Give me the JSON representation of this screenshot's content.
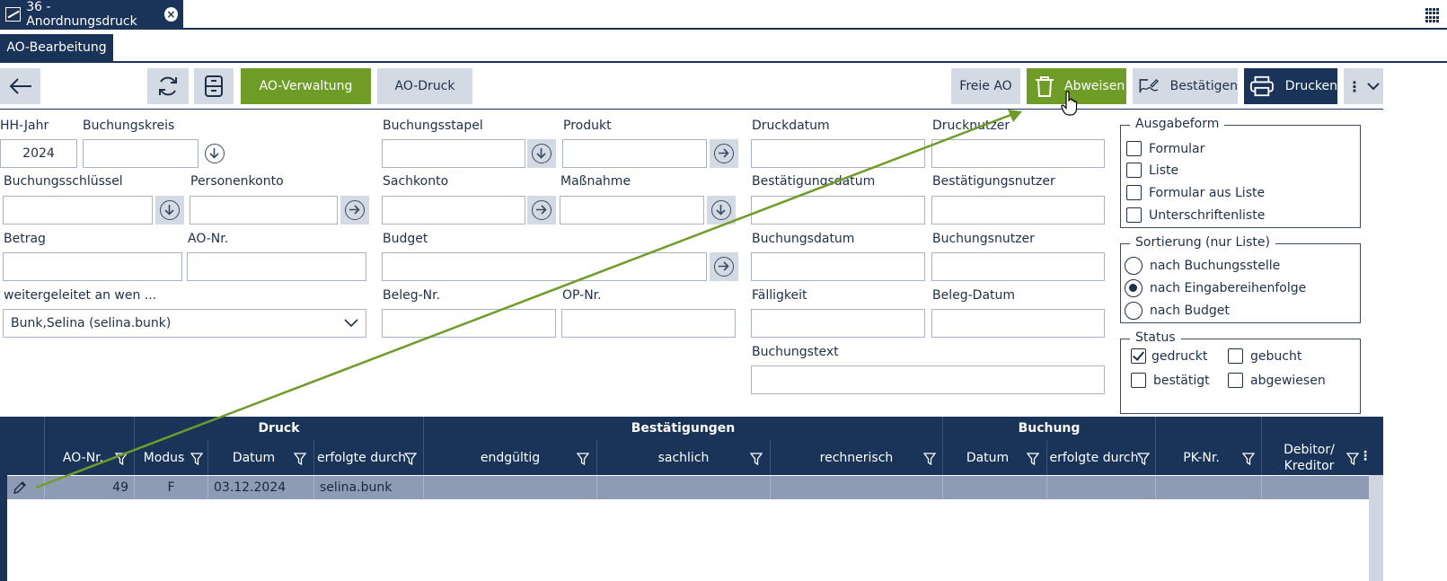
{
  "window": {
    "tab_title": "36 - Anordnungsdruck"
  },
  "section_tab": "AO-Bearbeitung",
  "toolbar": {
    "ao_verwaltung": "AO-Verwaltung",
    "ao_druck": "AO-Druck",
    "freie_ao": "Freie AO",
    "abweisen": "Abweisen",
    "bestaetigen": "Bestätigen",
    "drucken": "Drucken"
  },
  "form": {
    "hh_jahr": {
      "label": "HH-Jahr",
      "value": "2024"
    },
    "buchungskreis": {
      "label": "Buchungskreis",
      "value": ""
    },
    "buchungsstapel": {
      "label": "Buchungsstapel",
      "value": ""
    },
    "produkt": {
      "label": "Produkt",
      "value": ""
    },
    "druckdatum": {
      "label": "Druckdatum",
      "value": ""
    },
    "drucknutzer": {
      "label": "Drucknutzer",
      "value": ""
    },
    "buchungsschluessel": {
      "label": "Buchungsschlüssel",
      "value": ""
    },
    "personenkonto": {
      "label": "Personenkonto",
      "value": ""
    },
    "sachkonto": {
      "label": "Sachkonto",
      "value": ""
    },
    "massnahme": {
      "label": "Maßnahme",
      "value": ""
    },
    "bestaetigungsdatum": {
      "label": "Bestätigungsdatum",
      "value": ""
    },
    "bestaetigungsnutzer": {
      "label": "Bestätigungsnutzer",
      "value": ""
    },
    "betrag": {
      "label": "Betrag",
      "value": ""
    },
    "ao_nr": {
      "label": "AO-Nr.",
      "value": ""
    },
    "budget": {
      "label": "Budget",
      "value": ""
    },
    "buchungsdatum": {
      "label": "Buchungsdatum",
      "value": ""
    },
    "buchungsnutzer": {
      "label": "Buchungsnutzer",
      "value": ""
    },
    "weitergeleitet": {
      "label": "weitergeleitet an wen ...",
      "value": "Bunk,Selina (selina.bunk)"
    },
    "beleg_nr": {
      "label": "Beleg-Nr.",
      "value": ""
    },
    "op_nr": {
      "label": "OP-Nr.",
      "value": ""
    },
    "faelligkeit": {
      "label": "Fälligkeit",
      "value": ""
    },
    "beleg_datum": {
      "label": "Beleg-Datum",
      "value": ""
    },
    "buchungstext": {
      "label": "Buchungstext",
      "value": ""
    }
  },
  "ausgabeform": {
    "legend": "Ausgabeform",
    "options": [
      {
        "label": "Formular",
        "checked": false
      },
      {
        "label": "Liste",
        "checked": false
      },
      {
        "label": "Formular aus Liste",
        "checked": false
      },
      {
        "label": "Unterschriftenliste",
        "checked": false
      }
    ]
  },
  "sortierung": {
    "legend": "Sortierung (nur Liste)",
    "options": [
      {
        "label": "nach Buchungsstelle",
        "selected": false
      },
      {
        "label": "nach Eingabereihenfolge",
        "selected": true
      },
      {
        "label": "nach Budget",
        "selected": false
      }
    ]
  },
  "status": {
    "legend": "Status",
    "options": [
      {
        "label": "gedruckt",
        "checked": true
      },
      {
        "label": "gebucht",
        "checked": false
      },
      {
        "label": "bestätigt",
        "checked": false
      },
      {
        "label": "abgewiesen",
        "checked": false
      }
    ]
  },
  "table": {
    "groups": {
      "druck": "Druck",
      "bestaetigungen": "Bestätigungen",
      "buchung": "Buchung"
    },
    "columns": {
      "ao_nr": "AO-Nr.",
      "modus": "Modus",
      "datum": "Datum",
      "erfolgte_durch": "erfolgte durch",
      "endgueltig": "endgültig",
      "sachlich": "sachlich",
      "rechnerisch": "rechnerisch",
      "b_datum": "Datum",
      "b_erfolgte_durch": "erfolgte durch",
      "pk_nr": "PK-Nr.",
      "debitor": "Debitor/ Kreditor"
    },
    "rows": [
      {
        "ao_nr": "49",
        "modus": "F",
        "datum": "03.12.2024",
        "erfolgte_durch": "selina.bunk"
      }
    ]
  },
  "colors": {
    "navy": "#1a3358",
    "green": "#6e9c27",
    "gray_button": "#d4dae3",
    "row_selected": "#8d9cb4"
  }
}
